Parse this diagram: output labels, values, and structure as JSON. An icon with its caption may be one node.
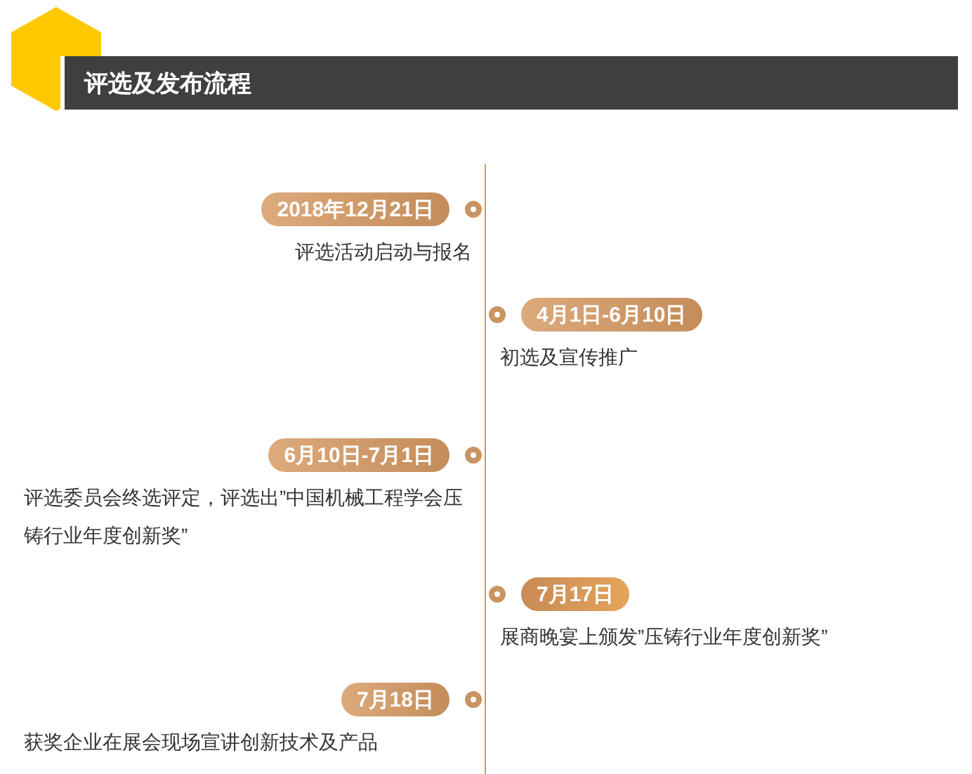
{
  "diagram": {
    "title": "评选及发布流程",
    "nodes": [
      {
        "text": [
          "2018年12月21日"
        ],
        "beside": [
          "评选活动启动与报名"
        ]
      },
      {
        "text": [
          "4月1日-6月10日"
        ],
        "beside": [
          "初选及宣传推广"
        ]
      },
      {
        "text": [
          "6月10日-7月1日"
        ],
        "beside": [
          "评选委员会终选评定，评选出”中国机械工程学会压铸行业年度创新奖”"
        ]
      },
      {
        "text": [
          "7月17日"
        ],
        "beside": [
          "展商晚宴上颁发”压铸行业年度创新奖”"
        ]
      },
      {
        "text": [
          "7月18日"
        ],
        "beside": [
          "获奖企业在展会现场宣讲创新技术及产品"
        ]
      }
    ]
  }
}
